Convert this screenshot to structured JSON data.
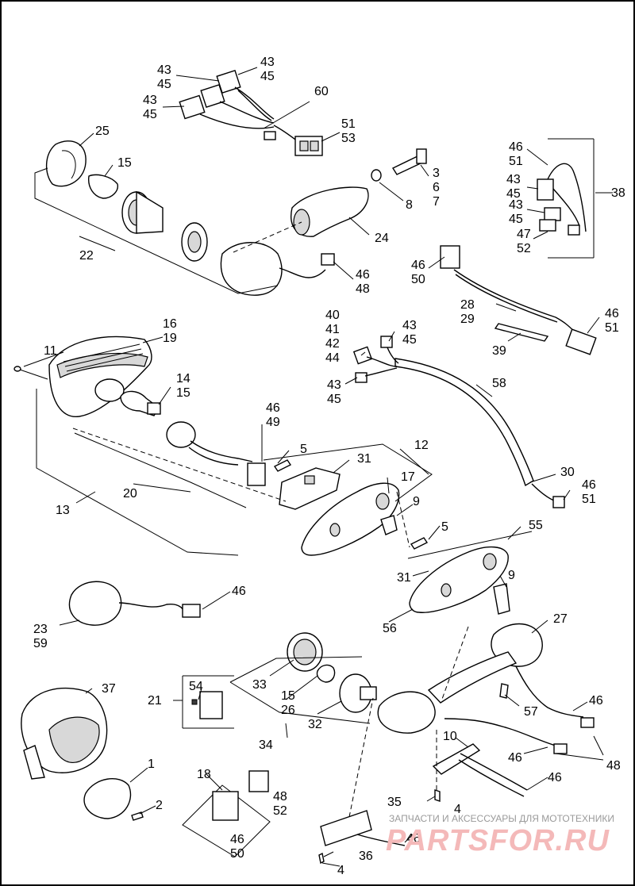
{
  "callouts": [
    {
      "id": "c-43-45-a",
      "lines": [
        "43",
        "45"
      ]
    },
    {
      "id": "c-43-45-b",
      "lines": [
        "43",
        "45"
      ]
    },
    {
      "id": "c-60",
      "lines": [
        "60"
      ]
    },
    {
      "id": "c-43-45-c",
      "lines": [
        "43",
        "45"
      ]
    },
    {
      "id": "c-51-53",
      "lines": [
        "51",
        "53"
      ]
    },
    {
      "id": "c-25",
      "lines": [
        "25"
      ]
    },
    {
      "id": "c-15-top",
      "lines": [
        "15"
      ]
    },
    {
      "id": "c-3-6-7",
      "lines": [
        "3",
        "6",
        "7"
      ]
    },
    {
      "id": "c-8",
      "lines": [
        "8"
      ]
    },
    {
      "id": "c-24",
      "lines": [
        "24"
      ]
    },
    {
      "id": "c-22",
      "lines": [
        "22"
      ]
    },
    {
      "id": "c-46-48-top",
      "lines": [
        "46",
        "48"
      ]
    },
    {
      "id": "c-46-51-right",
      "lines": [
        "46",
        "51"
      ]
    },
    {
      "id": "c-43-45-r1",
      "lines": [
        "43",
        "45"
      ]
    },
    {
      "id": "c-38",
      "lines": [
        "38"
      ]
    },
    {
      "id": "c-43-45-r2",
      "lines": [
        "43",
        "45"
      ]
    },
    {
      "id": "c-47-52",
      "lines": [
        "47",
        "52"
      ]
    },
    {
      "id": "c-46-50-right",
      "lines": [
        "46",
        "50"
      ]
    },
    {
      "id": "c-28-29",
      "lines": [
        "28",
        "29"
      ]
    },
    {
      "id": "c-46-51-harness",
      "lines": [
        "46",
        "51"
      ]
    },
    {
      "id": "c-39",
      "lines": [
        "39"
      ]
    },
    {
      "id": "c-16-19",
      "lines": [
        "16",
        "19"
      ]
    },
    {
      "id": "c-11",
      "lines": [
        "11"
      ]
    },
    {
      "id": "c-40-44",
      "lines": [
        "40",
        "41",
        "42",
        "44"
      ]
    },
    {
      "id": "c-43-45-mid",
      "lines": [
        "43",
        "45"
      ]
    },
    {
      "id": "c-14-15",
      "lines": [
        "14",
        "15"
      ]
    },
    {
      "id": "c-43-45-left",
      "lines": [
        "43",
        "45"
      ]
    },
    {
      "id": "c-58",
      "lines": [
        "58"
      ]
    },
    {
      "id": "c-46-49",
      "lines": [
        "46",
        "49"
      ]
    },
    {
      "id": "c-5-top",
      "lines": [
        "5"
      ]
    },
    {
      "id": "c-12",
      "lines": [
        "12"
      ]
    },
    {
      "id": "c-31-top",
      "lines": [
        "31"
      ]
    },
    {
      "id": "c-17",
      "lines": [
        "17"
      ]
    },
    {
      "id": "c-20",
      "lines": [
        "20"
      ]
    },
    {
      "id": "c-13",
      "lines": [
        "13"
      ]
    },
    {
      "id": "c-9-top",
      "lines": [
        "9"
      ]
    },
    {
      "id": "c-30",
      "lines": [
        "30"
      ]
    },
    {
      "id": "c-46-51-lower",
      "lines": [
        "46",
        "51"
      ]
    },
    {
      "id": "c-5-mid",
      "lines": [
        "5"
      ]
    },
    {
      "id": "c-55",
      "lines": [
        "55"
      ]
    },
    {
      "id": "c-31-mid",
      "lines": [
        "31"
      ]
    },
    {
      "id": "c-9-mid",
      "lines": [
        "9"
      ]
    },
    {
      "id": "c-56",
      "lines": [
        "56"
      ]
    },
    {
      "id": "c-46-lamp",
      "lines": [
        "46"
      ]
    },
    {
      "id": "c-23-59",
      "lines": [
        "23",
        "59"
      ]
    },
    {
      "id": "c-27",
      "lines": [
        "27"
      ]
    },
    {
      "id": "c-37",
      "lines": [
        "37"
      ]
    },
    {
      "id": "c-54",
      "lines": [
        "54"
      ]
    },
    {
      "id": "c-21",
      "lines": [
        "21"
      ]
    },
    {
      "id": "c-33",
      "lines": [
        "33"
      ]
    },
    {
      "id": "c-15-26",
      "lines": [
        "15",
        "26"
      ]
    },
    {
      "id": "c-32",
      "lines": [
        "32"
      ]
    },
    {
      "id": "c-34",
      "lines": [
        "34"
      ]
    },
    {
      "id": "c-57",
      "lines": [
        "57"
      ]
    },
    {
      "id": "c-46-r1",
      "lines": [
        "46"
      ]
    },
    {
      "id": "c-46-r2",
      "lines": [
        "46"
      ]
    },
    {
      "id": "c-48-right",
      "lines": [
        "48"
      ]
    },
    {
      "id": "c-10",
      "lines": [
        "10"
      ]
    },
    {
      "id": "c-46-r3",
      "lines": [
        "46"
      ]
    },
    {
      "id": "c-1",
      "lines": [
        "1"
      ]
    },
    {
      "id": "c-2",
      "lines": [
        "2"
      ]
    },
    {
      "id": "c-18",
      "lines": [
        "18"
      ]
    },
    {
      "id": "c-48-52",
      "lines": [
        "48",
        "52"
      ]
    },
    {
      "id": "c-35",
      "lines": [
        "35"
      ]
    },
    {
      "id": "c-4-a",
      "lines": [
        "4"
      ]
    },
    {
      "id": "c-46-50-bottom",
      "lines": [
        "46",
        "50"
      ]
    },
    {
      "id": "c-46-bottom",
      "lines": [
        "46"
      ]
    },
    {
      "id": "c-36",
      "lines": [
        "36"
      ]
    },
    {
      "id": "c-4-b",
      "lines": [
        "4"
      ]
    }
  ],
  "watermark": {
    "caption": "ЗАПЧАСТИ И АКСЕССУАРЫ ДЛЯ МОТОТЕХНИКИ",
    "logo": "PARTSFOR.RU",
    "logo_color": "#f4b9b9"
  }
}
